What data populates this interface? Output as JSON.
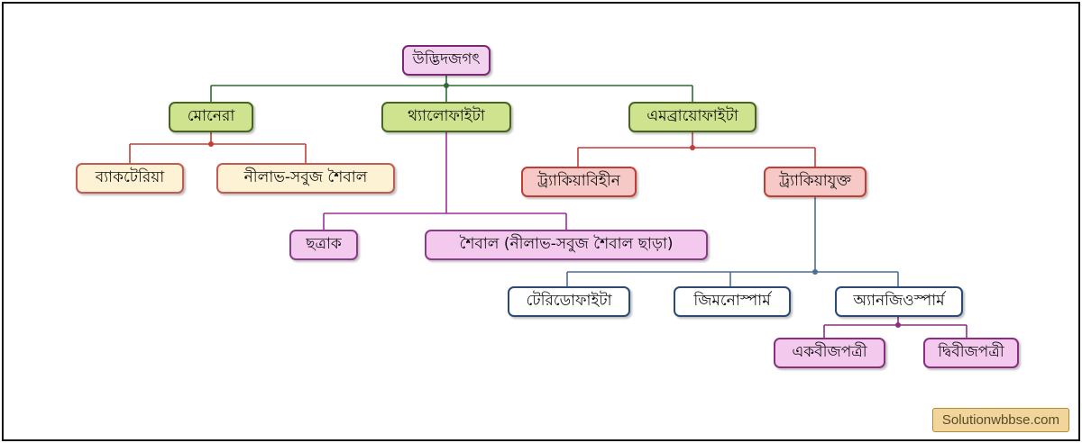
{
  "diagram": {
    "root": "উদ্ভিদজগৎ",
    "level1": [
      "মোনেরা",
      "থ্যালোফাইটা",
      "এমব্রায়োফাইটা"
    ],
    "monera_children": [
      "ব্যাকটেরিয়া",
      "নীলাভ-সবুজ শৈবাল"
    ],
    "thallophyta_children": [
      "ছত্রাক",
      "শৈবাল (নীলাভ-সবুজ শৈবাল ছাড়া)"
    ],
    "embryophyta_children": [
      "ট্র্যাকিয়াবিহীন",
      "ট্র্যাকিয়াযুক্ত"
    ],
    "tracheophyta_children": [
      "টেরিডোফাইটা",
      "জিমনোস্পার্ম",
      "অ্যানজিওস্পার্ম"
    ],
    "angiosperm_children": [
      "একবীজপত্রী",
      "দ্বিবীজপত্রী"
    ]
  },
  "watermark": "Solutionwbbse.com",
  "colors": {
    "root_line": "#2f6a35",
    "monera_line": "#c23d36",
    "thallophyta_line": "#a02c9a",
    "embryophyta_line": "#c23d36",
    "tracheophyta_line": "#4a6f93",
    "angiosperm_line": "#8a2f80"
  }
}
